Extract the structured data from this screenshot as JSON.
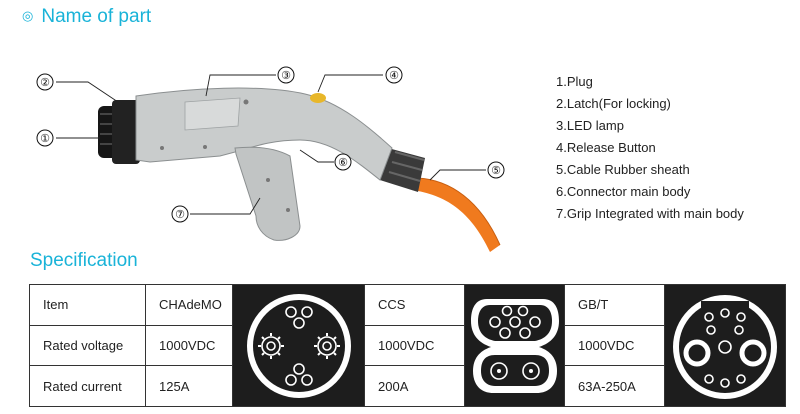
{
  "header": {
    "bullet": "◎",
    "title": "Name of part"
  },
  "callouts": [
    "①",
    "②",
    "③",
    "④",
    "⑤",
    "⑥",
    "⑦"
  ],
  "parts": [
    "1.Plug",
    "2.Latch(For locking)",
    "3.LED lamp",
    "4.Release Button",
    "5.Cable Rubber sheath",
    "6.Connector main body",
    "7.Grip Integrated with main body"
  ],
  "specification": {
    "title": "Specification",
    "row_labels": [
      "Item",
      "Rated voltage",
      "Rated current"
    ],
    "standards": [
      {
        "name": "CHAdeMO",
        "voltage": "1000VDC",
        "current": "125A"
      },
      {
        "name": "CCS",
        "voltage": "1000VDC",
        "current": "200A"
      },
      {
        "name": "GB/T",
        "voltage": "1000VDC",
        "current": "63A-250A"
      }
    ]
  },
  "colors": {
    "accent": "#19b3d8",
    "cable": "#f07a1e",
    "body": "#c9cccc",
    "panel": "#1d1d1d"
  },
  "icons": [
    "chademo-connector-icon",
    "ccs-connector-icon",
    "gbt-connector-icon"
  ]
}
